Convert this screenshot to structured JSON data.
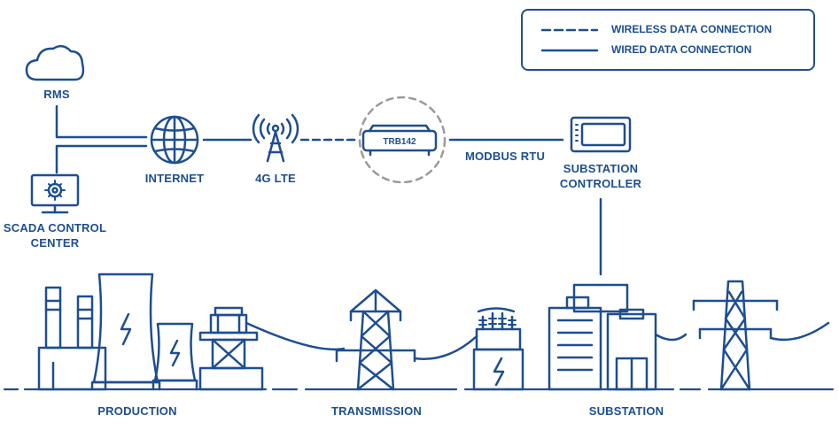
{
  "legend": {
    "wireless": "WIRELESS DATA CONNECTION",
    "wired": "WIRED DATA CONNECTION"
  },
  "nodes": {
    "rms": "RMS",
    "scada_line1": "SCADA CONTROL",
    "scada_line2": "CENTER",
    "internet": "INTERNET",
    "lte": "4G LTE",
    "router": "TRB142",
    "modbus": "MODBUS RTU",
    "controller_line1": "SUBSTATION",
    "controller_line2": "CONTROLLER"
  },
  "sections": {
    "production": "PRODUCTION",
    "transmission": "TRANSMISSION",
    "substation": "SUBSTATION"
  },
  "colors": {
    "primary": "#1d4e91",
    "muted": "#9a9a9a"
  }
}
